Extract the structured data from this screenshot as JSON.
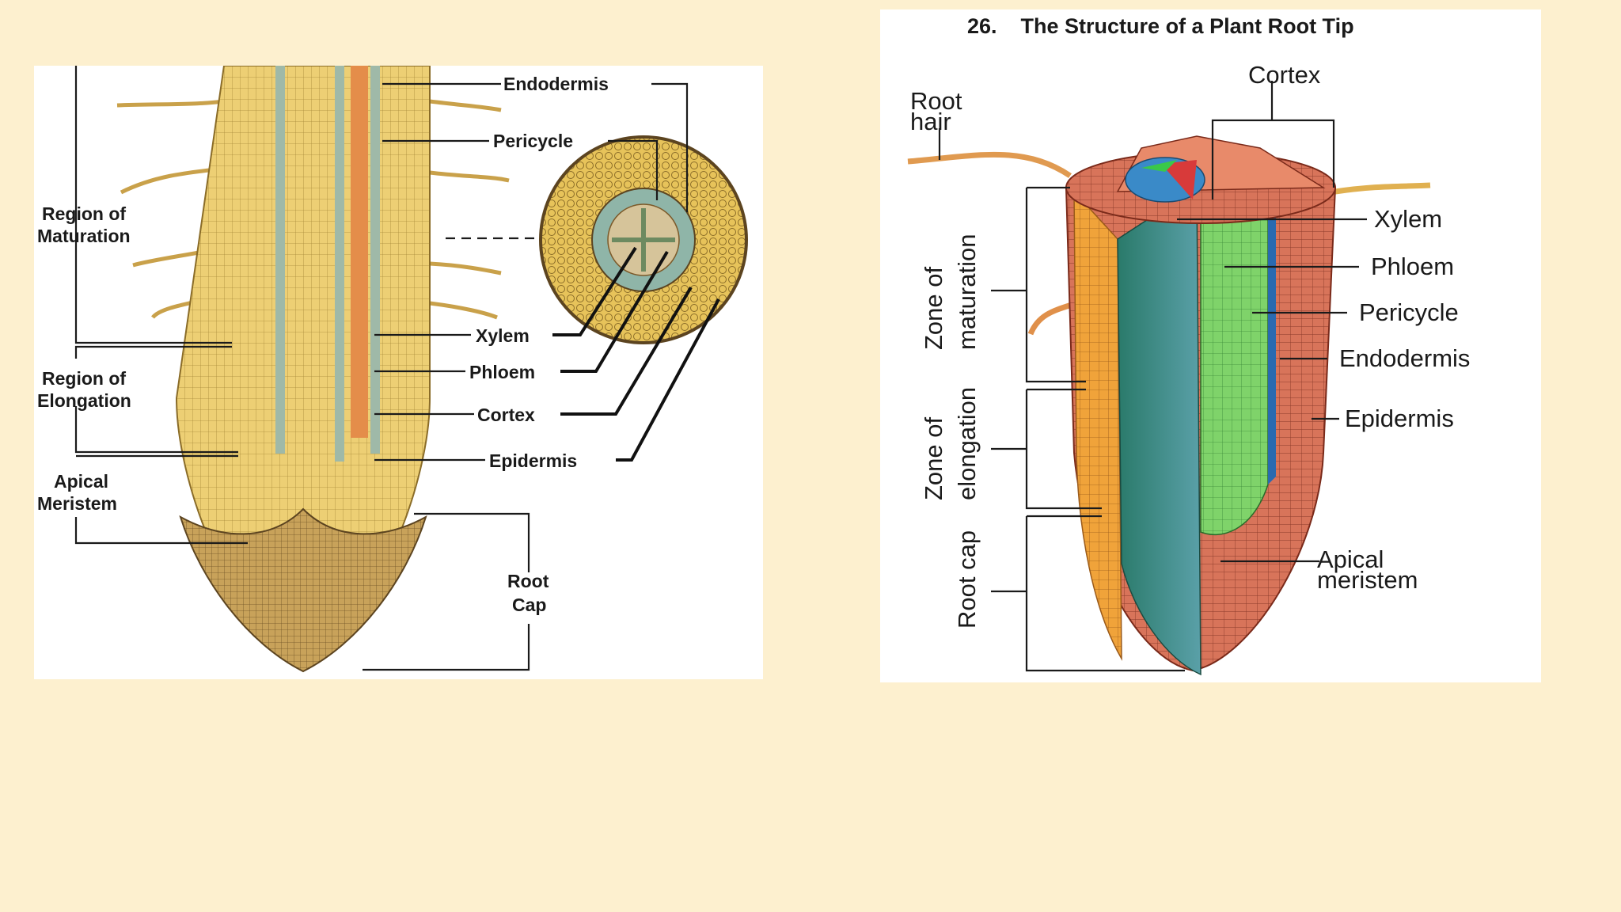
{
  "left_diagram": {
    "labels": {
      "endodermis": "Endodermis",
      "pericycle": "Pericycle",
      "xylem": "Xylem",
      "phloem": "Phloem",
      "cortex": "Cortex",
      "epidermis": "Epidermis",
      "root_cap": [
        "Root",
        "Cap"
      ],
      "region_maturation": [
        "Region of",
        "Maturation"
      ],
      "region_elongation": [
        "Region of",
        "Elongation"
      ],
      "apical_meristem": [
        "Apical",
        "Meristem"
      ]
    }
  },
  "right_diagram": {
    "title": "26.    The Structure of a Plant Root Tip",
    "labels": {
      "cortex": "Cortex",
      "root_hair": [
        "Root",
        "hair"
      ],
      "xylem": "Xylem",
      "phloem": "Phloem",
      "pericycle": "Pericycle",
      "endodermis": "Endodermis",
      "epidermis": "Epidermis",
      "apical_meristem": [
        "Apical",
        "meristem"
      ],
      "zone_maturation": [
        "Zone of",
        "maturation"
      ],
      "zone_elongation": [
        "Zone of",
        "elongation"
      ],
      "root_cap": "Root cap"
    }
  },
  "colors": {
    "background": "#fdf0cf",
    "root_tan": "#e8c35a",
    "cap_brown": "#b0894a",
    "xylem_green": "#6fae58",
    "phloem_orange": "#e58a3a",
    "cortex_red": "#c74a3a"
  }
}
